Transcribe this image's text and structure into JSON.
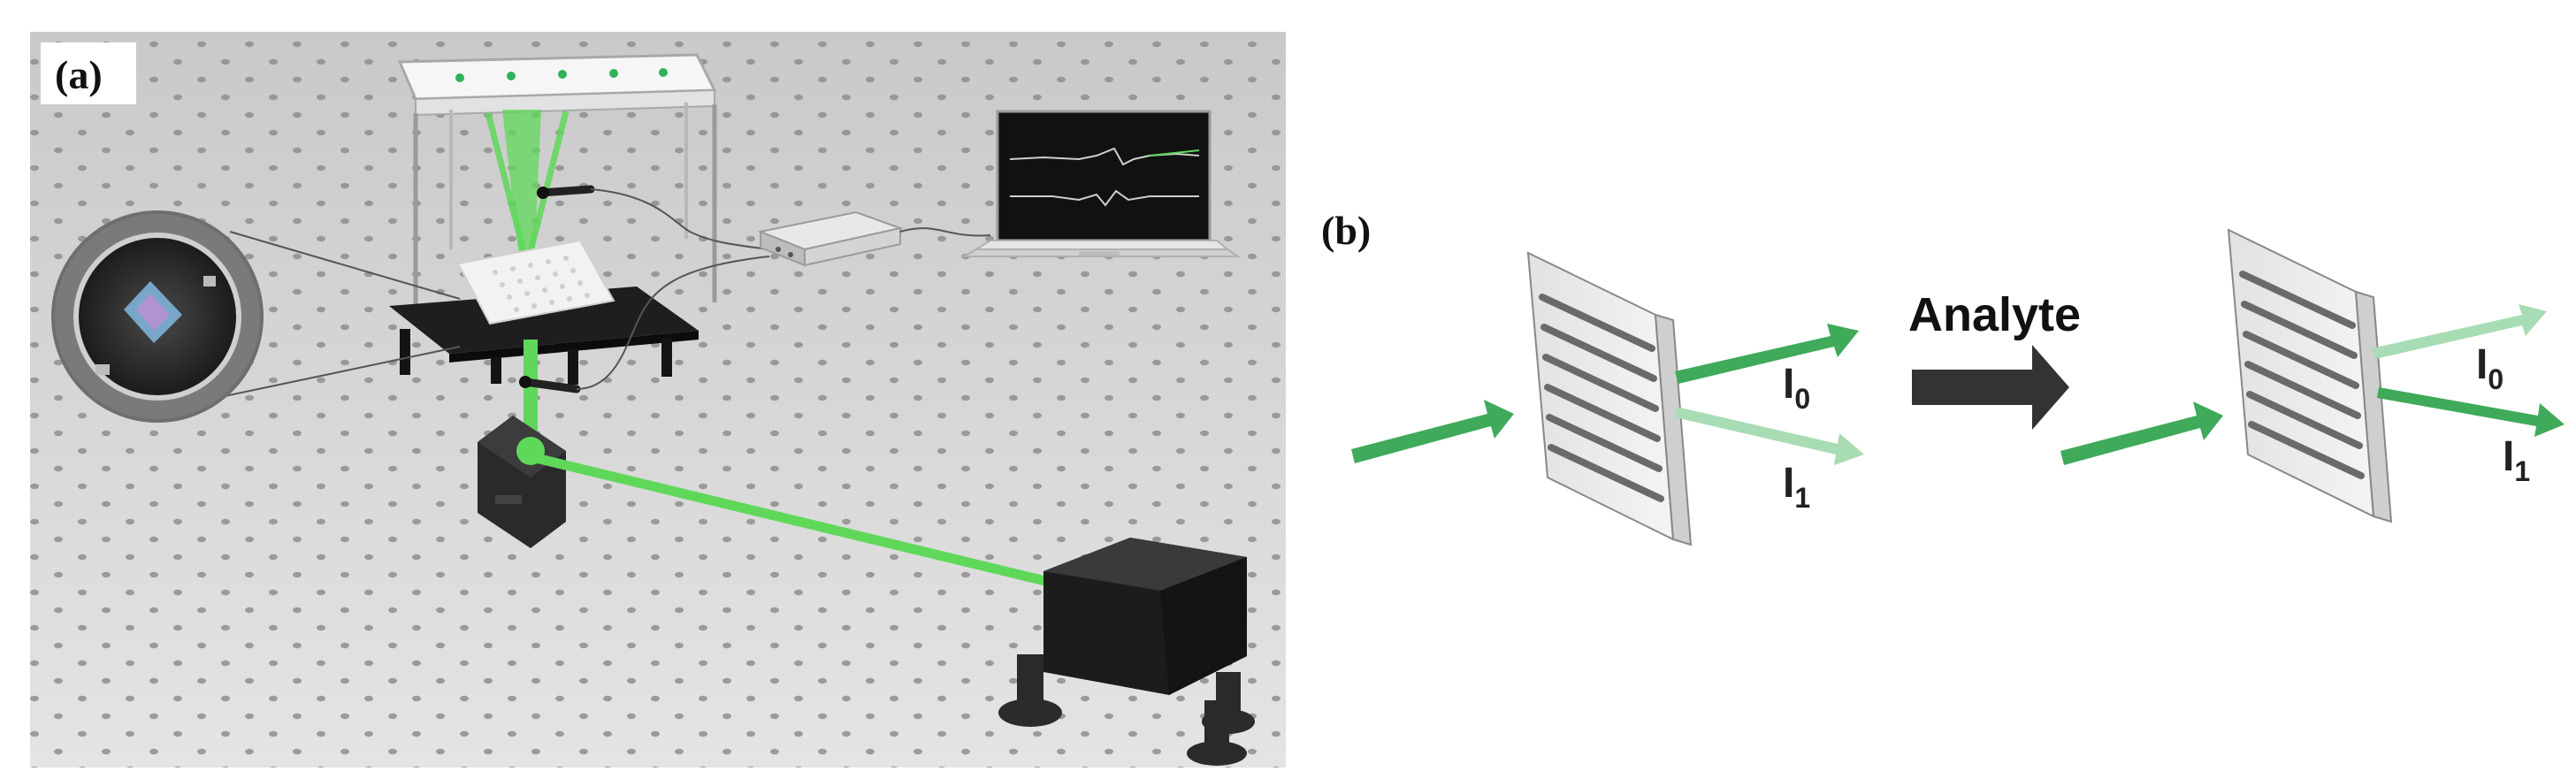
{
  "panel_a": {
    "label": "(a)"
  },
  "panel_b": {
    "label": "(b)",
    "arrow_label": "Analyte",
    "before": {
      "beam0_main": "I",
      "beam0_sub": "0",
      "beam1_main": "I",
      "beam1_sub": "1"
    },
    "after": {
      "beam0_main": "I",
      "beam0_sub": "0",
      "beam1_main": "I",
      "beam1_sub": "1"
    }
  },
  "colors": {
    "laser_green": "#5fd85a",
    "beam_green": "#3faa5a",
    "beam_green_faint": "#a8dcb4",
    "optical_table": "#dcdcdc",
    "housing_dark": "#1e1e1e",
    "analyte_arrow": "#333333"
  },
  "icons": [
    "led-panel-icon",
    "sample-stage-icon",
    "microplate-icon",
    "photodetector-icon",
    "mirror-mount-icon",
    "laser-source-icon",
    "amplifier-box-icon",
    "laptop-icon",
    "grating-icon"
  ]
}
